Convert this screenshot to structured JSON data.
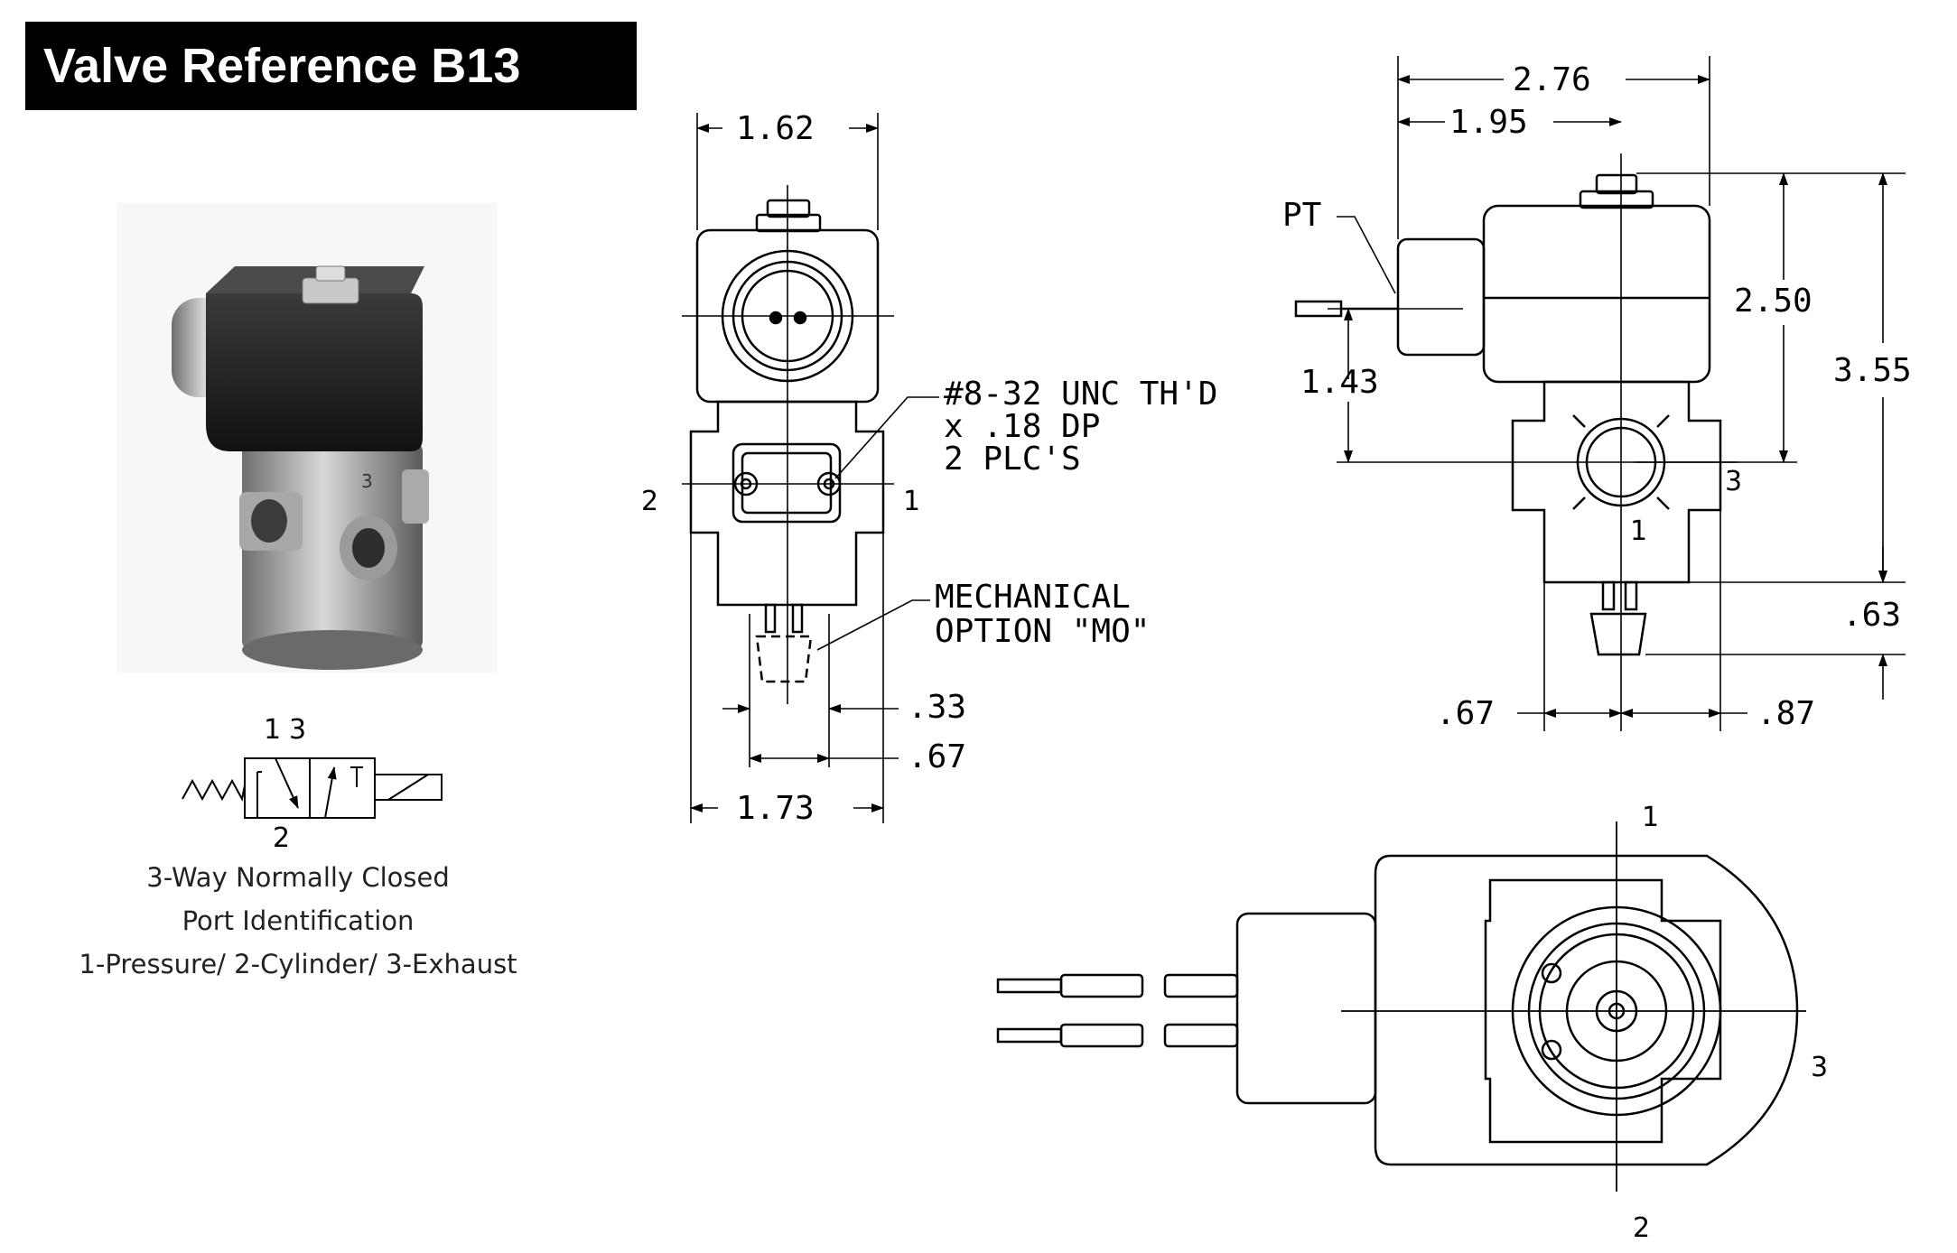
{
  "title": "Valve Reference B13",
  "symbol": {
    "port_1": "1",
    "port_3": "3",
    "port_2": "2"
  },
  "caption": {
    "line1": "3-Way Normally Closed",
    "line2": "Port Identification",
    "line3": "1-Pressure/ 2-Cylinder/ 3-Exhaust"
  },
  "front_view": {
    "dim_top": "1.62",
    "dim_033": ".33",
    "dim_067": ".67",
    "dim_bottom": "1.73",
    "port_left": "2",
    "port_right": "1",
    "thread_note": [
      "#8-32 UNC TH'D",
      "x .18 DP",
      "2 PLC'S"
    ],
    "option_note": [
      "MECHANICAL",
      "OPTION \"MO\""
    ]
  },
  "side_view": {
    "dim_276": "2.76",
    "dim_195": "1.95",
    "dim_250": "2.50",
    "dim_355": "3.55",
    "dim_143": "1.43",
    "dim_063": ".63",
    "dim_067": ".67",
    "dim_087": ".87",
    "pt_label": "PT",
    "port_3": "3",
    "port_1": "1"
  },
  "bottom_view": {
    "port_1": "1",
    "port_2": "2",
    "port_3": "3"
  }
}
